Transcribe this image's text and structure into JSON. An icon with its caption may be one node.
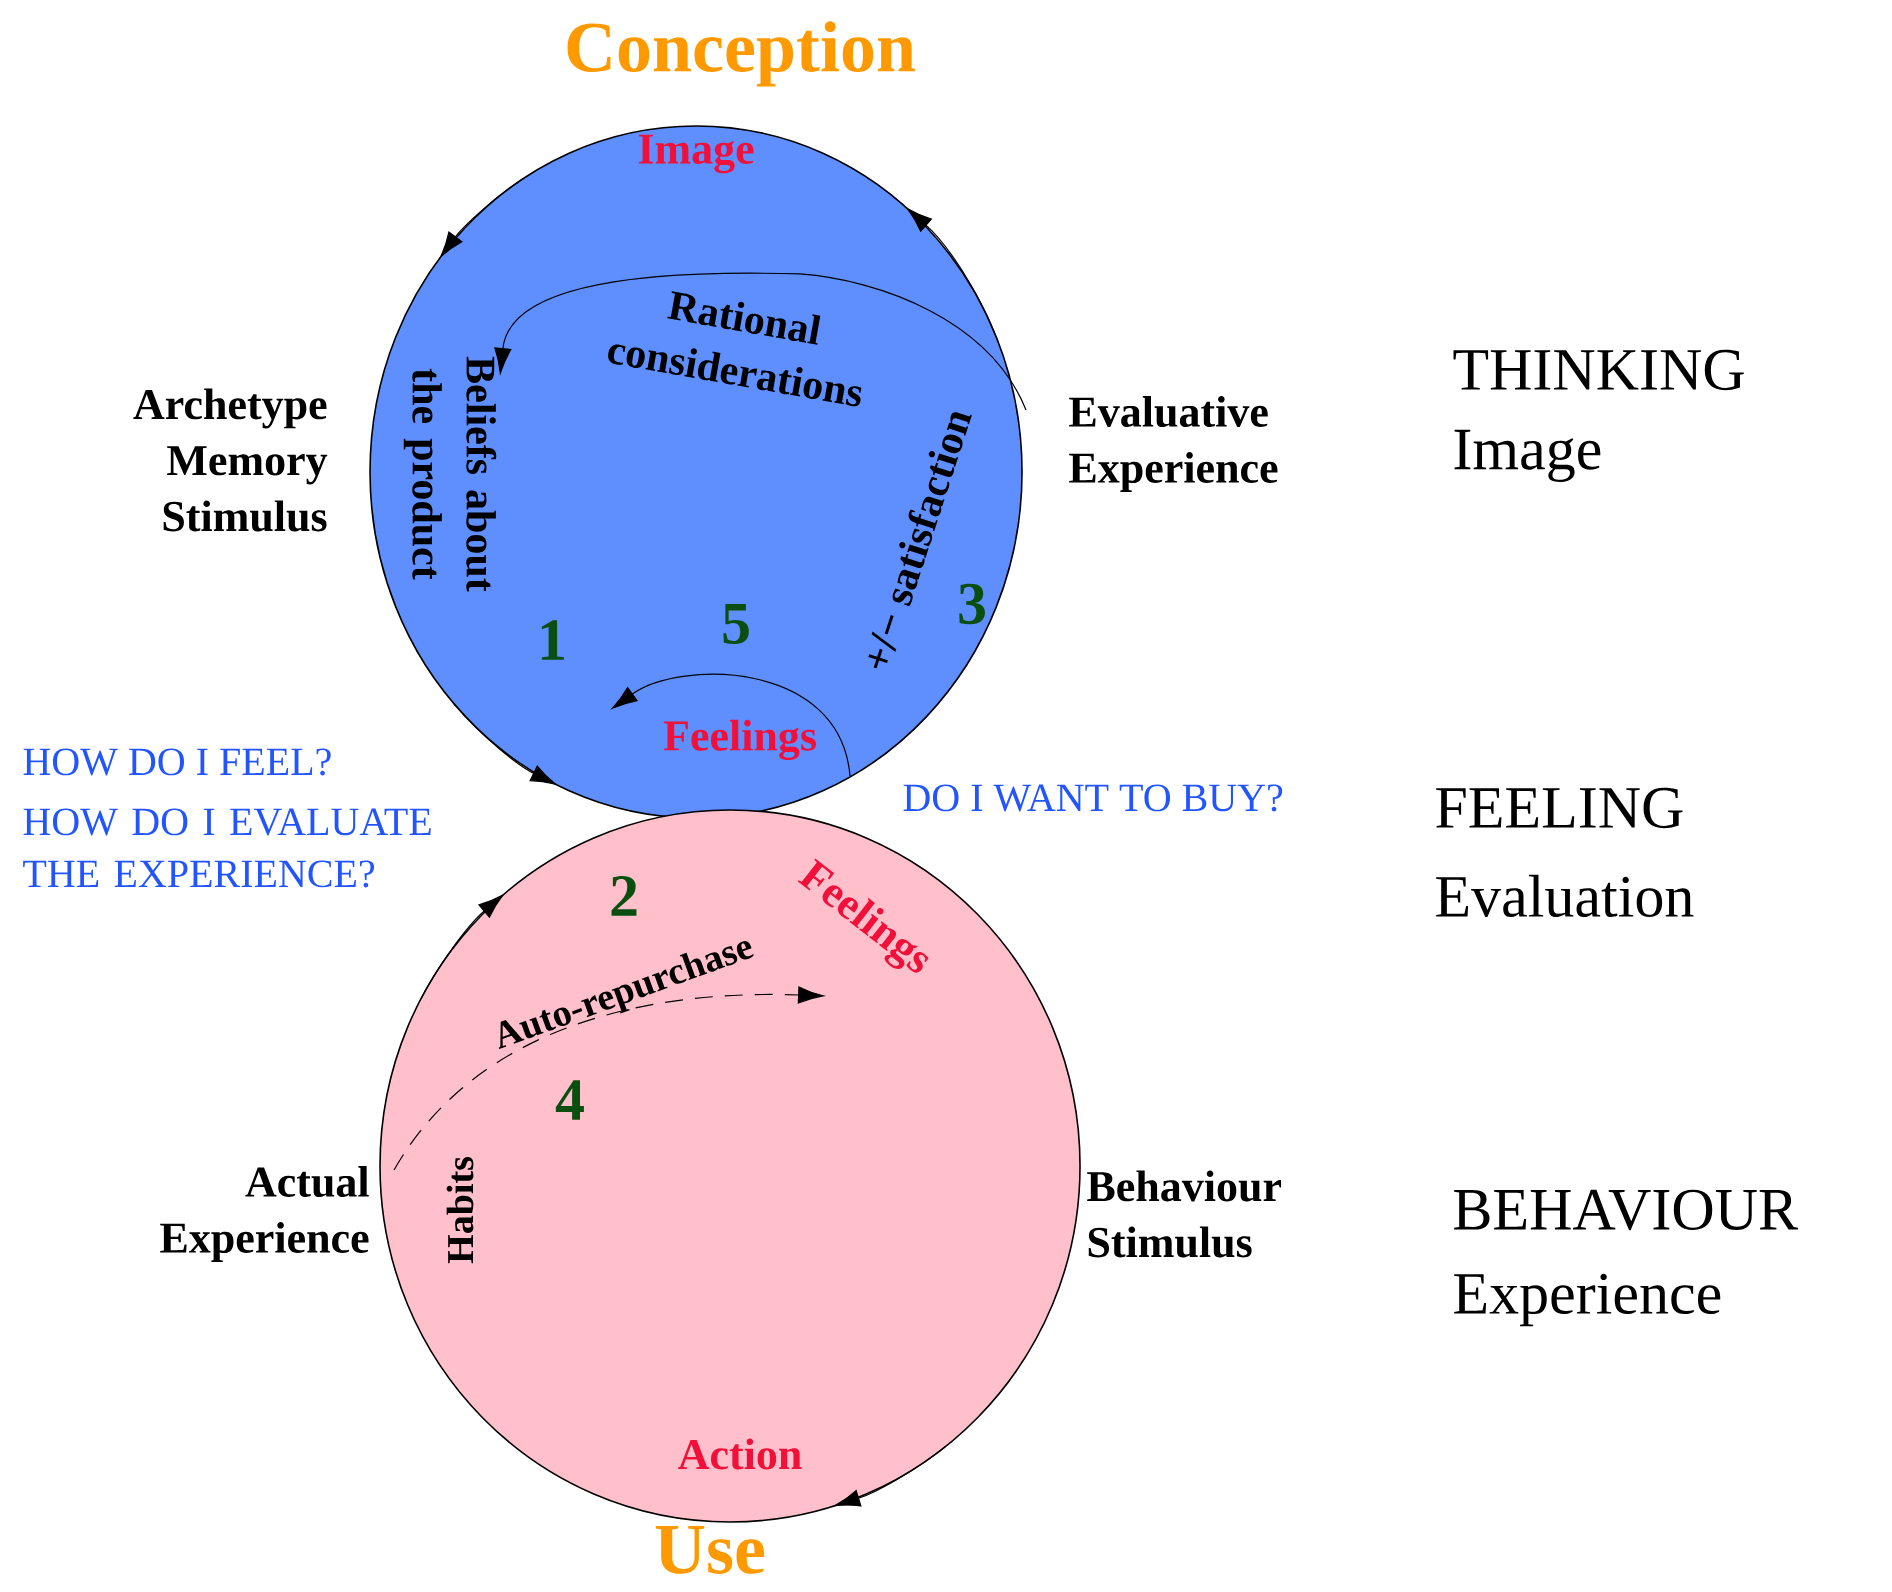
{
  "diagram": {
    "nodes": [
      {
        "text": [
          "Image",
          "Rational considerations",
          "Beliefs about the product",
          "1",
          "5",
          "+/− satisfaction",
          "3",
          "Feelings"
        ],
        "beside": [
          "Conception",
          "Archetype Memory Stimulus",
          "Evaluative Experience"
        ]
      },
      {
        "text": [
          "2",
          "Feelings",
          "Auto-repurchase",
          "4",
          "Habits",
          "Action"
        ],
        "beside": [
          "Actual Experience",
          "Behaviour Stimulus",
          "Use"
        ]
      }
    ],
    "labels": [
      "THINKING",
      "Image",
      "HOW DO I FEEL?",
      "HOW DO I EVALUATE THE EXPERIENCE?",
      "DO I WANT TO BUY?",
      "FEELING",
      "Evaluation",
      "BEHAVIOUR",
      "Experience"
    ]
  }
}
